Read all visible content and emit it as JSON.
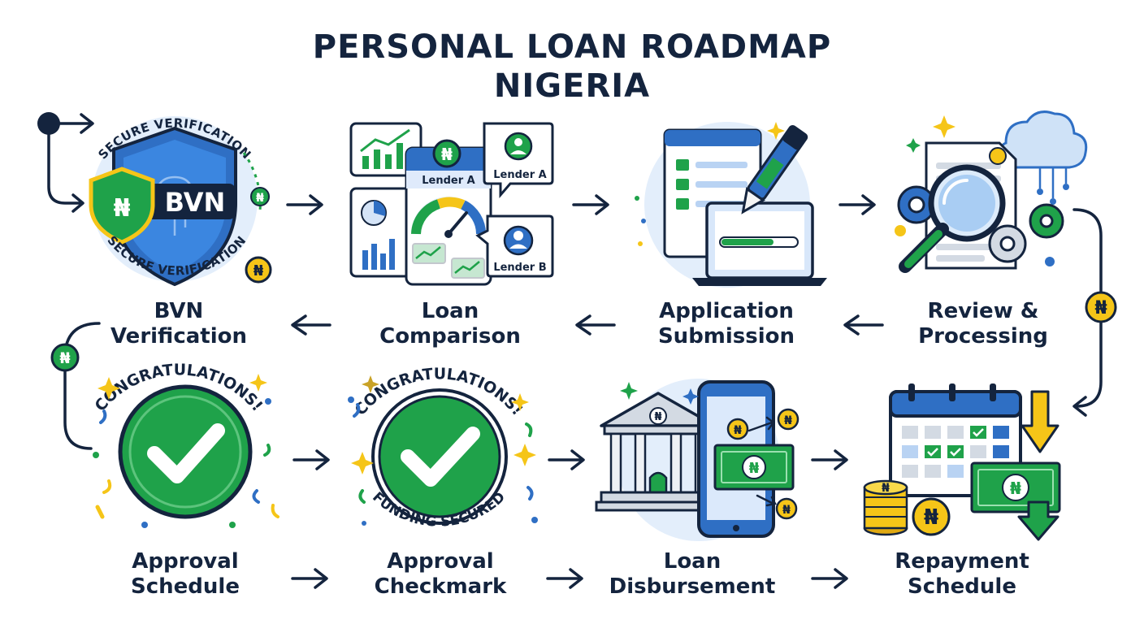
{
  "title": {
    "line1": "PERSONAL LOAN ROADMAP",
    "line2": "NIGERIA"
  },
  "currency_symbol": "₦",
  "steps": [
    {
      "line1": "BVN",
      "line2": "Verification"
    },
    {
      "line1": "Loan",
      "line2": "Comparison"
    },
    {
      "line1": "Application",
      "line2": "Submission"
    },
    {
      "line1": "Review &",
      "line2": "Processing"
    },
    {
      "line1": "Approval",
      "line2": "Schedule"
    },
    {
      "line1": "Approval",
      "line2": "Checkmark"
    },
    {
      "line1": "Loan",
      "line2": "Disbursement"
    },
    {
      "line1": "Repayment",
      "line2": "Schedule"
    }
  ],
  "illustrations": {
    "bvn": {
      "badge_text": "BVN",
      "ring_text_top": "SECURE VERIFICATION",
      "ring_text_bottom": "SECURE VERIFICATION"
    },
    "comparison": {
      "card_a_label": "Lender A",
      "bubble_a_label": "Lender A",
      "bubble_b_label": "Lender B"
    },
    "approval_schedule": {
      "ring_text_top": "CONGRATULATIONS!"
    },
    "approval_checkmark": {
      "ring_text_top": "CONGRATULATIONS!",
      "ring_text_bottom": "FUNDING SECURED"
    }
  },
  "colors": {
    "navy": "#14243e",
    "green": "#1fa24a",
    "blue": "#2f6fc4",
    "gold": "#f5c518",
    "light_blue_bg": "#e3eefb"
  }
}
